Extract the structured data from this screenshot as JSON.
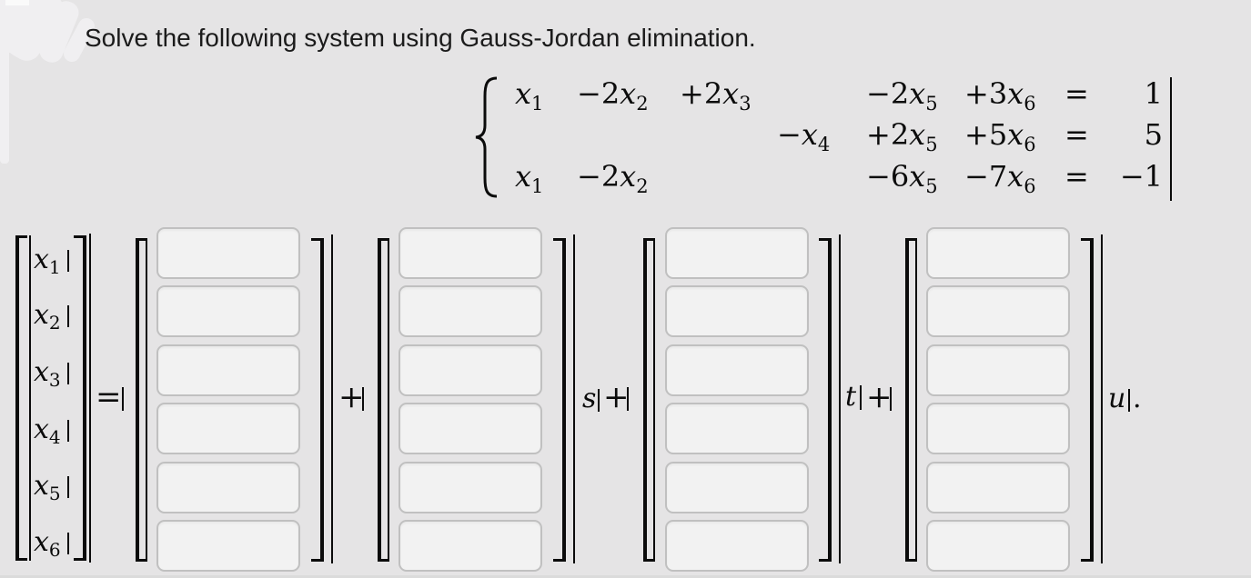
{
  "title": "Solve the following system using Gauss-Jordan elimination.",
  "colors": {
    "background": "#e5e4e5",
    "box_fill": "#f2f2f2",
    "box_border": "#c0c0c0",
    "ink": "#0b0b0b"
  },
  "system": {
    "eq1": {
      "a": {
        "pre": "",
        "v": "x",
        "s": "1"
      },
      "b": {
        "pre": "−2",
        "v": "x",
        "s": "2"
      },
      "c": {
        "pre": "+2",
        "v": "x",
        "s": "3"
      },
      "e": {
        "pre": "−2",
        "v": "x",
        "s": "5"
      },
      "f": {
        "pre": "+3",
        "v": "x",
        "s": "6"
      },
      "eq": "=",
      "rhs": "1"
    },
    "eq2": {
      "d": {
        "pre": "−",
        "v": "x",
        "s": "4"
      },
      "e": {
        "pre": "+2",
        "v": "x",
        "s": "5"
      },
      "f": {
        "pre": "+5",
        "v": "x",
        "s": "6"
      },
      "eq": "=",
      "rhs": "5"
    },
    "eq3": {
      "a": {
        "pre": "",
        "v": "x",
        "s": "1"
      },
      "b": {
        "pre": "−2",
        "v": "x",
        "s": "2"
      },
      "e": {
        "pre": "−6",
        "v": "x",
        "s": "5"
      },
      "f": {
        "pre": "−7",
        "v": "x",
        "s": "6"
      },
      "eq": "=",
      "rhs": "−1"
    }
  },
  "solution": {
    "lhs": [
      {
        "v": "x",
        "s": "1"
      },
      {
        "v": "x",
        "s": "2"
      },
      {
        "v": "x",
        "s": "3"
      },
      {
        "v": "x",
        "s": "4"
      },
      {
        "v": "x",
        "s": "5"
      },
      {
        "v": "x",
        "s": "6"
      }
    ],
    "equals": "=",
    "plus": "+",
    "params": [
      "s",
      "t",
      "u"
    ],
    "period": "."
  }
}
